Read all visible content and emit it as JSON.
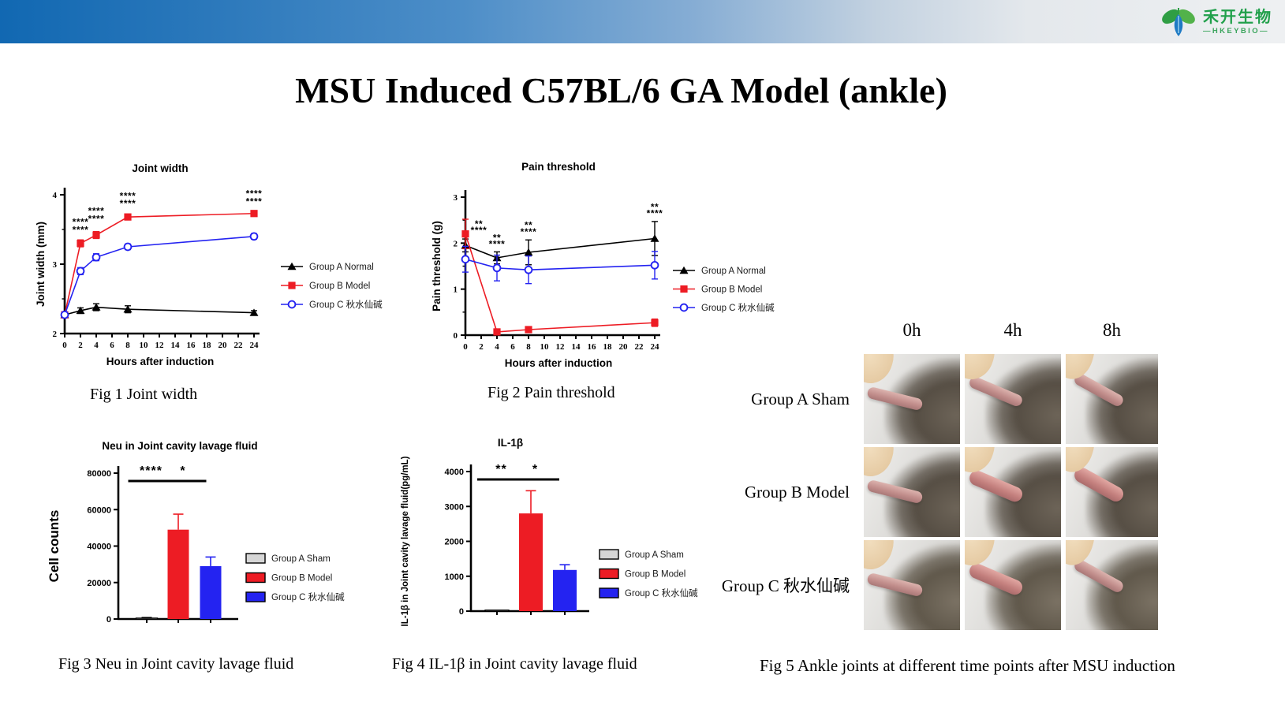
{
  "header": {
    "logo_cn": "禾开生物",
    "logo_en": "—HKEYBIO—"
  },
  "title": "MSU Induced C57BL/6 GA Model (ankle)",
  "colors": {
    "group_a": "#000000",
    "group_b": "#ED1C24",
    "group_c": "#2423F1",
    "sham_gray": "#d6d6d6",
    "brand_green": "#21a04b",
    "brand_blue": "#1f7ac4",
    "topbar_blue": "#1168b2"
  },
  "captions": {
    "fig1": "Fig 1 Joint width",
    "fig2": "Fig 2 Pain threshold",
    "fig3": "Fig 3 Neu in Joint cavity lavage fluid",
    "fig4": "Fig 4 IL-1β in Joint cavity lavage fluid",
    "fig5": "Fig 5 Ankle joints at different time points after MSU induction"
  },
  "chart_data": [
    {
      "id": "fig1",
      "type": "line",
      "title": "Joint width",
      "xlabel": "Hours after induction",
      "ylabel": "Joint width (mm)",
      "x": [
        0,
        2,
        4,
        8,
        24
      ],
      "xticks": [
        0,
        2,
        4,
        6,
        8,
        10,
        12,
        14,
        16,
        18,
        20,
        22,
        24
      ],
      "ylim": [
        2,
        4
      ],
      "yticks": [
        2,
        3,
        4
      ],
      "minor_step": 0.5,
      "legend_position": "right",
      "series": [
        {
          "name": "Group A Normal",
          "color": "#000000",
          "marker": "triangle",
          "values": [
            2.27,
            2.33,
            2.38,
            2.35,
            2.3
          ],
          "errors": [
            0.03,
            0.04,
            0.05,
            0.05,
            0.03
          ]
        },
        {
          "name": "Group B Model",
          "color": "#ED1C24",
          "marker": "square",
          "values": [
            2.27,
            3.3,
            3.42,
            3.68,
            3.73
          ],
          "errors": [
            0.03,
            0.05,
            0.05,
            0.04,
            0.04
          ]
        },
        {
          "name": "Group C 秋水仙碱",
          "color": "#2423F1",
          "marker": "circle-open",
          "values": [
            2.27,
            2.9,
            3.1,
            3.25,
            3.4
          ],
          "errors": [
            0.03,
            0.05,
            0.05,
            0.04,
            0.04
          ]
        }
      ],
      "annotations": [
        {
          "x": 2,
          "y": 3.56,
          "text": "****",
          "color": "#2423F1"
        },
        {
          "x": 2,
          "y": 3.45,
          "text": "****",
          "color": "#000000"
        },
        {
          "x": 4,
          "y": 3.72,
          "text": "****",
          "color": "#2423F1"
        },
        {
          "x": 4,
          "y": 3.61,
          "text": "****",
          "color": "#000000"
        },
        {
          "x": 8,
          "y": 3.94,
          "text": "****",
          "color": "#2423F1"
        },
        {
          "x": 8,
          "y": 3.83,
          "text": "****",
          "color": "#000000"
        },
        {
          "x": 24,
          "y": 3.97,
          "text": "****",
          "color": "#2423F1"
        },
        {
          "x": 24,
          "y": 3.86,
          "text": "****",
          "color": "#000000"
        }
      ]
    },
    {
      "id": "fig2",
      "type": "line",
      "title": "Pain threshold",
      "xlabel": "Hours after induction",
      "ylabel": "Pain threshold (g)",
      "x": [
        0,
        4,
        8,
        24
      ],
      "xticks": [
        0,
        2,
        4,
        6,
        8,
        10,
        12,
        14,
        16,
        18,
        20,
        22,
        24
      ],
      "ylim": [
        0,
        3
      ],
      "yticks": [
        0,
        1,
        2,
        3
      ],
      "minor_step": 0.5,
      "legend_position": "right",
      "series": [
        {
          "name": "Group A Normal",
          "color": "#000000",
          "marker": "triangle",
          "values": [
            1.95,
            1.68,
            1.8,
            2.1
          ],
          "errors": [
            0.14,
            0.13,
            0.27,
            0.37
          ]
        },
        {
          "name": "Group B Model",
          "color": "#ED1C24",
          "marker": "square",
          "values": [
            2.2,
            0.07,
            0.12,
            0.27
          ],
          "errors": [
            0.32,
            0.05,
            0.05,
            0.08
          ]
        },
        {
          "name": "Group C 秋水仙碱",
          "color": "#2423F1",
          "marker": "circle-open",
          "values": [
            1.65,
            1.46,
            1.42,
            1.52
          ],
          "errors": [
            0.28,
            0.28,
            0.3,
            0.3
          ]
        }
      ],
      "annotations": [
        {
          "x": 1.7,
          "y": 2.35,
          "text": "**",
          "color": "#2423F1"
        },
        {
          "x": 1.7,
          "y": 2.21,
          "text": "****",
          "color": "#000000"
        },
        {
          "x": 4,
          "y": 2.05,
          "text": "**",
          "color": "#2423F1"
        },
        {
          "x": 4,
          "y": 1.91,
          "text": "****",
          "color": "#000000"
        },
        {
          "x": 8,
          "y": 2.32,
          "text": "**",
          "color": "#2423F1"
        },
        {
          "x": 8,
          "y": 2.18,
          "text": "****",
          "color": "#000000"
        },
        {
          "x": 24,
          "y": 2.72,
          "text": "**",
          "color": "#2423F1"
        },
        {
          "x": 24,
          "y": 2.58,
          "text": "****",
          "color": "#000000"
        }
      ]
    },
    {
      "id": "fig3",
      "type": "bar",
      "title": "Neu in Joint cavity lavage fluid",
      "ylabel": "Cell counts",
      "categories": [
        "Group A  Sham",
        "Group B  Model",
        "Group C 秋水仙碱"
      ],
      "values": [
        500,
        49000,
        29000
      ],
      "errors": [
        300,
        8500,
        5000
      ],
      "colors": [
        "#d6d6d6",
        "#ED1C24",
        "#2423F1"
      ],
      "ylim": [
        0,
        80000
      ],
      "yticks": [
        0,
        20000,
        40000,
        60000,
        80000
      ],
      "sig": [
        {
          "from": 0,
          "to": 1,
          "text": "****",
          "color": "#000000"
        },
        {
          "from": 1,
          "to": 2,
          "text": "*",
          "color": "#2423F1"
        }
      ],
      "legend": [
        {
          "label": "Group A  Sham",
          "color": "#d6d6d6"
        },
        {
          "label": "Group B  Model",
          "color": "#ED1C24"
        },
        {
          "label": "Group C 秋水仙碱",
          "color": "#2423F1"
        }
      ]
    },
    {
      "id": "fig4",
      "type": "bar",
      "title": "IL-1β",
      "ylabel": "IL-1β in Joint cavity lavage fluid(pg/mL)",
      "categories": [
        "Group A  Sham",
        "Group B  Model",
        "Group C 秋水仙碱"
      ],
      "values": [
        30,
        2800,
        1180
      ],
      "errors": [
        15,
        650,
        150
      ],
      "colors": [
        "#d6d6d6",
        "#ED1C24",
        "#2423F1"
      ],
      "ylim": [
        0,
        4000
      ],
      "yticks": [
        0,
        1000,
        2000,
        3000,
        4000
      ],
      "sig": [
        {
          "from": 0,
          "to": 1,
          "text": "**",
          "color": "#000000"
        },
        {
          "from": 1,
          "to": 2,
          "text": "*",
          "color": "#2423F1"
        }
      ],
      "legend": [
        {
          "label": "Group A  Sham",
          "color": "#d6d6d6"
        },
        {
          "label": "Group B  Model",
          "color": "#ED1C24"
        },
        {
          "label": "Group C 秋水仙碱",
          "color": "#2423F1"
        }
      ]
    }
  ],
  "fig5": {
    "col_headers": [
      "0h",
      "4h",
      "8h"
    ],
    "row_labels": [
      "Group A Sham",
      "Group B Model",
      "Group C 秋水仙碱"
    ]
  }
}
